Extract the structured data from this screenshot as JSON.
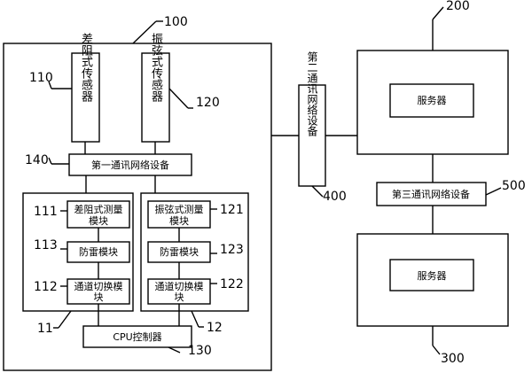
{
  "labels": {
    "system": "100",
    "server_top": "200",
    "server_bottom": "300",
    "network2": "400",
    "network3": "500",
    "sensor_diff": "110",
    "sensor_vib": "120",
    "network1": "140",
    "group_left": "11",
    "group_right": "12",
    "cpu": "130",
    "mod_111": "111",
    "mod_113": "113",
    "mod_112": "112",
    "mod_121": "121",
    "mod_123": "123",
    "mod_122": "122"
  },
  "text": {
    "sensor_diff": "差阻式传感器",
    "sensor_vib": "振弦式传感器",
    "network1": "第一通讯网络设备",
    "network2": "第二通讯网络设备",
    "network3": "第三通讯网络设备",
    "server_top": "服务器",
    "server_bottom": "服务器",
    "mod_111_l1": "差阻式测量",
    "mod_111_l2": "模块",
    "mod_113": "防雷模块",
    "mod_112_l1": "通道切换模",
    "mod_112_l2": "块",
    "mod_121_l1": "振弦式测量",
    "mod_121_l2": "模块",
    "mod_123": "防雷模块",
    "mod_122_l1": "通道切换模",
    "mod_122_l2": "块",
    "cpu": "CPU控制器"
  }
}
